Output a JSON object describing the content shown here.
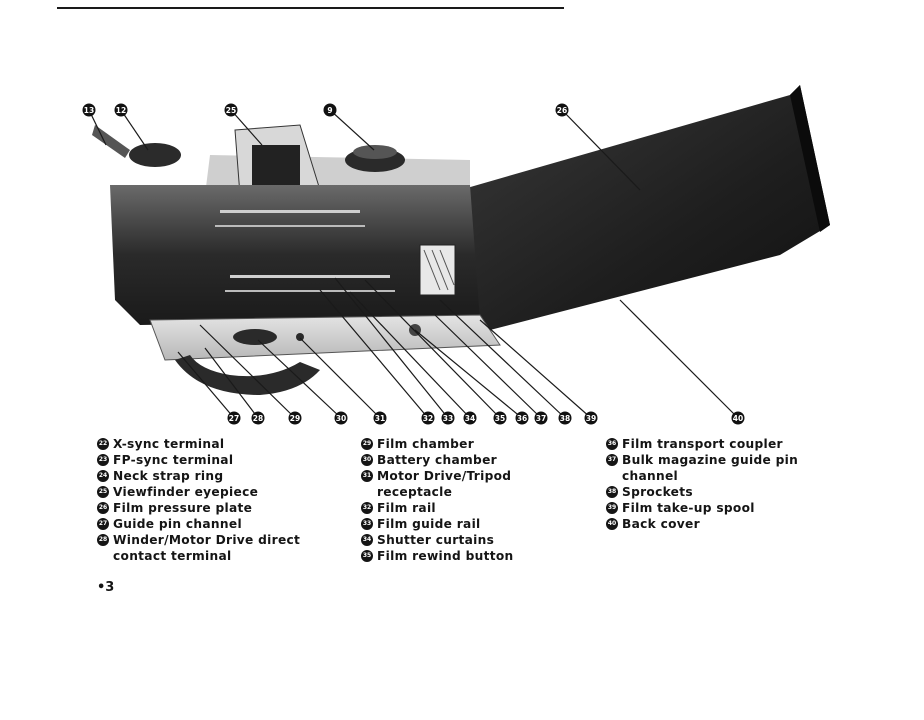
{
  "figure": {
    "callout_labels": [
      "13",
      "12",
      "25",
      "9",
      "26",
      "27",
      "28",
      "29",
      "30",
      "31",
      "32",
      "33",
      "34",
      "35",
      "36",
      "37",
      "38",
      "39",
      "40"
    ]
  },
  "legend": {
    "column1": [
      {
        "num": "22",
        "text": "X-sync terminal"
      },
      {
        "num": "23",
        "text": "FP-sync terminal"
      },
      {
        "num": "24",
        "text": "Neck strap ring"
      },
      {
        "num": "25",
        "text": "Viewfinder eyepiece"
      },
      {
        "num": "26",
        "text": "Film pressure plate"
      },
      {
        "num": "27",
        "text": "Guide pin channel"
      },
      {
        "num": "28",
        "text": "Winder/Motor Drive direct contact terminal"
      }
    ],
    "column2": [
      {
        "num": "29",
        "text": "Film chamber"
      },
      {
        "num": "30",
        "text": "Battery chamber"
      },
      {
        "num": "31",
        "text": "Motor Drive/Tripod receptacle"
      },
      {
        "num": "32",
        "text": "Film rail"
      },
      {
        "num": "33",
        "text": "Film guide rail"
      },
      {
        "num": "34",
        "text": "Shutter curtains"
      },
      {
        "num": "35",
        "text": "Film rewind button"
      }
    ],
    "column3": [
      {
        "num": "36",
        "text": "Film transport coupler"
      },
      {
        "num": "37",
        "text": "Bulk magazine guide pin channel"
      },
      {
        "num": "38",
        "text": "Sprockets"
      },
      {
        "num": "39",
        "text": "Film take-up spool"
      },
      {
        "num": "40",
        "text": "Back cover"
      }
    ]
  },
  "page_number": "•3",
  "colors": {
    "ink": "#151515",
    "paper": "#ffffff"
  }
}
